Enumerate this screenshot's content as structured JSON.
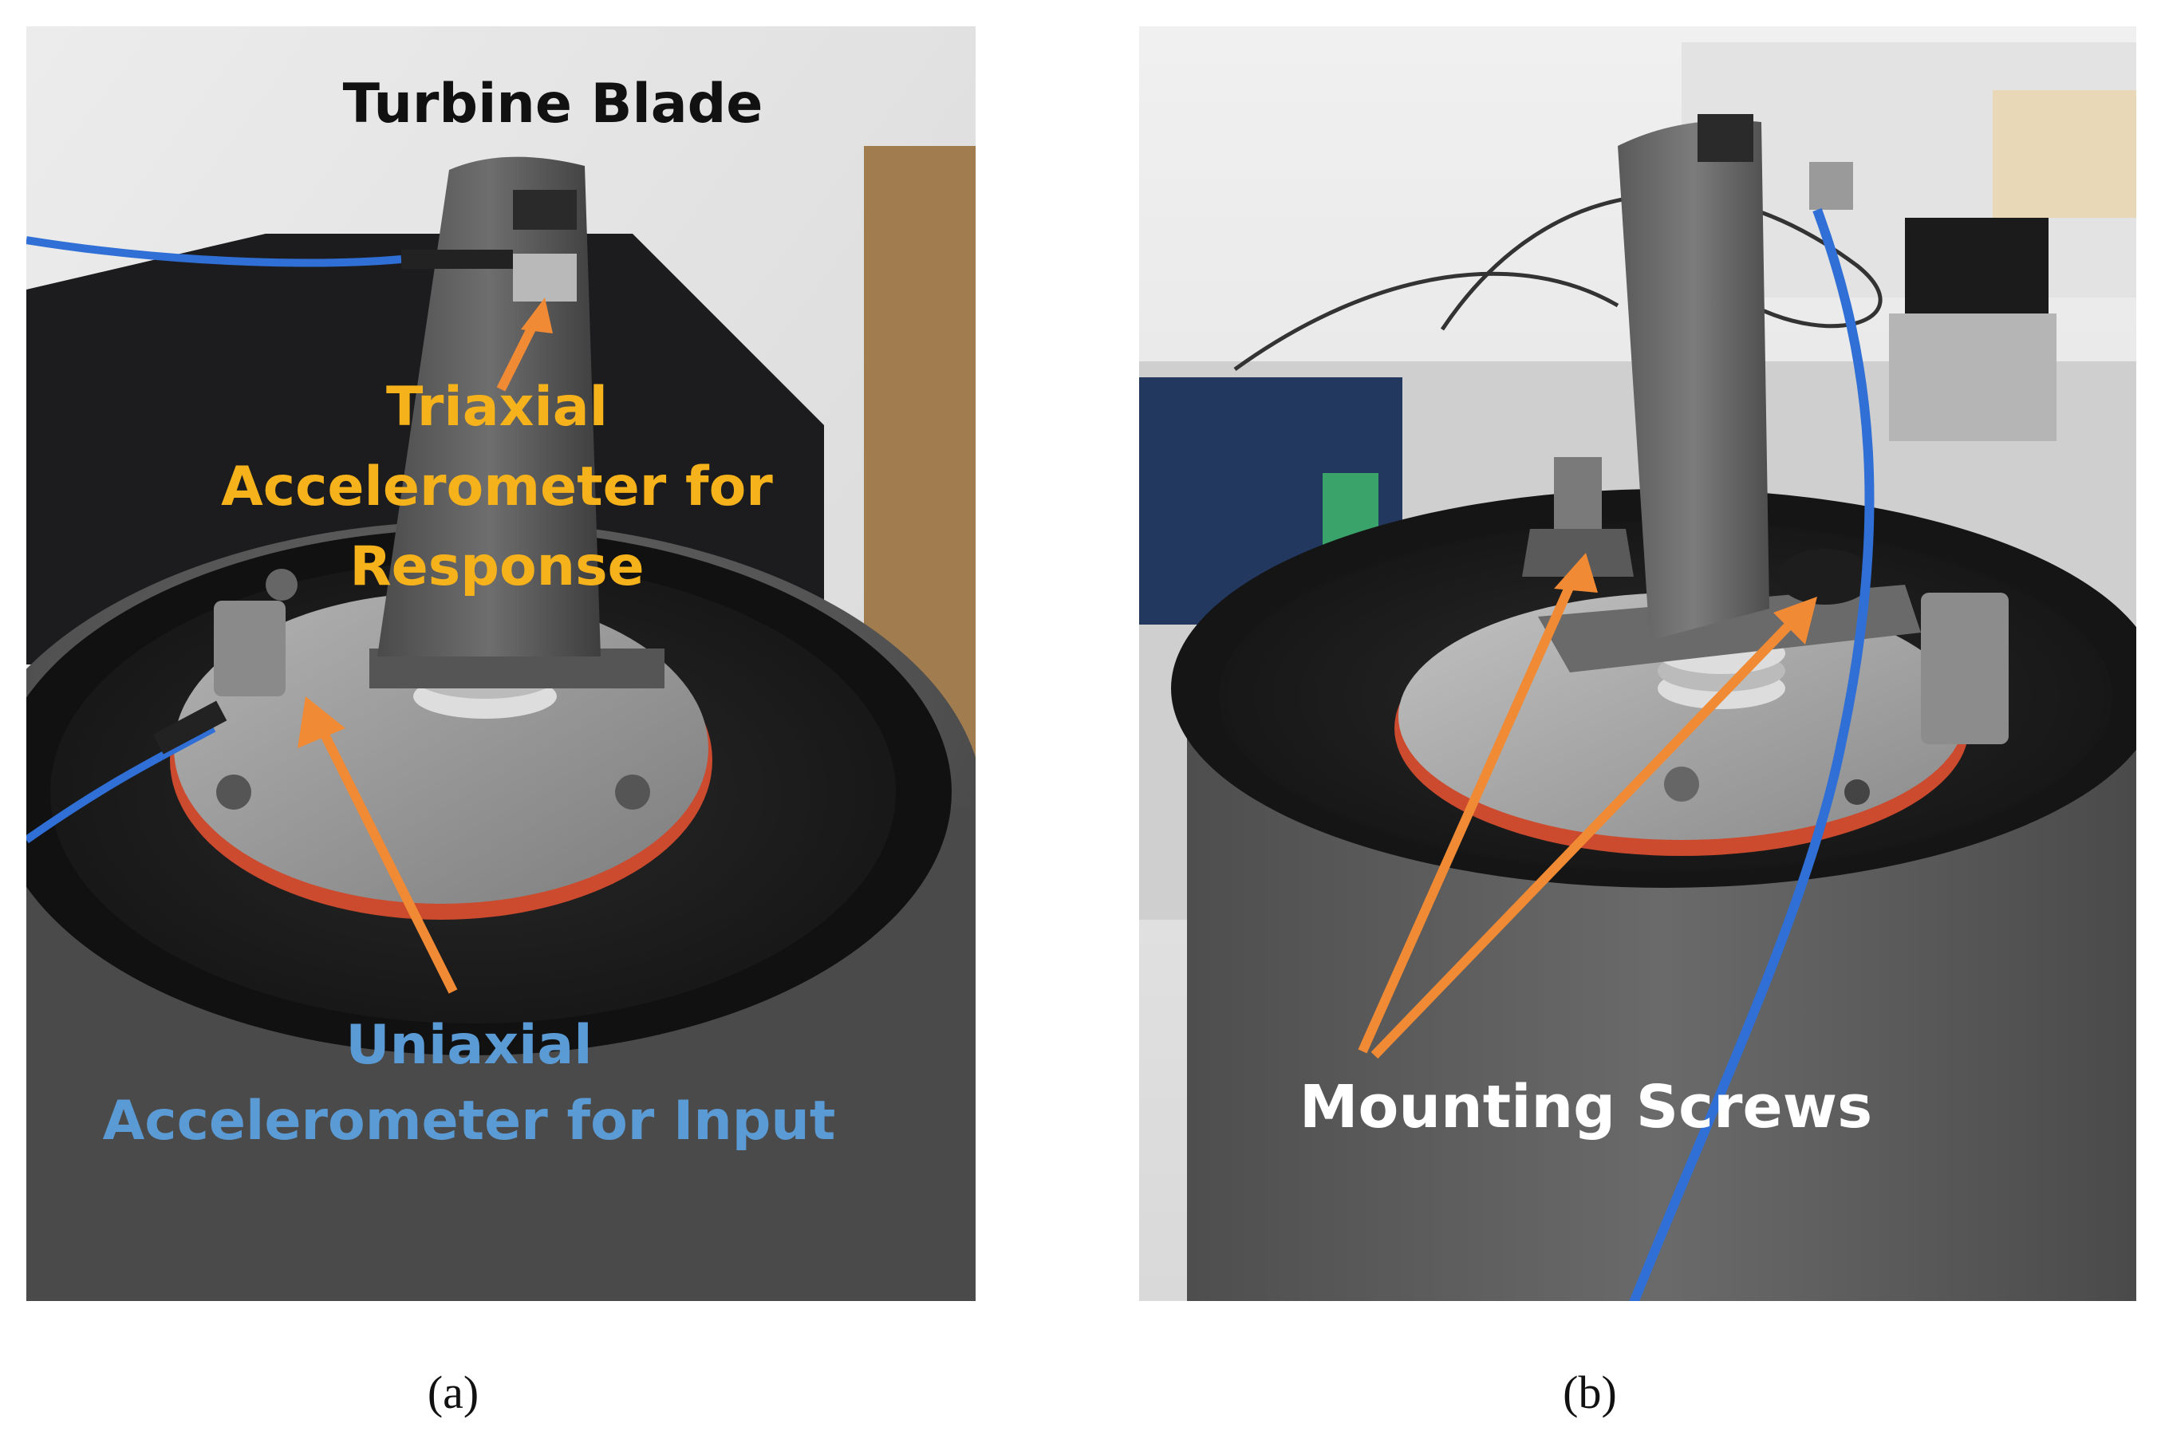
{
  "panels": [
    {
      "caption": "(a)",
      "labels": {
        "title": "Turbine Blade",
        "triaxial_1": "Triaxial",
        "triaxial_2": "Accelerometer for",
        "triaxial_3": "Response",
        "uniaxial_1": "Uniaxial",
        "uniaxial_2": "Accelerometer for Input"
      }
    },
    {
      "caption": "(b)",
      "labels": {
        "screws": "Mounting Screws"
      }
    }
  ],
  "colors": {
    "title_text": "#111111",
    "triaxial_text": "#f6b21b",
    "uniaxial_text": "#5b9bd5",
    "screws_text": "#ffffff",
    "arrow": "#f08a34",
    "cable": "#2f6fd6"
  }
}
